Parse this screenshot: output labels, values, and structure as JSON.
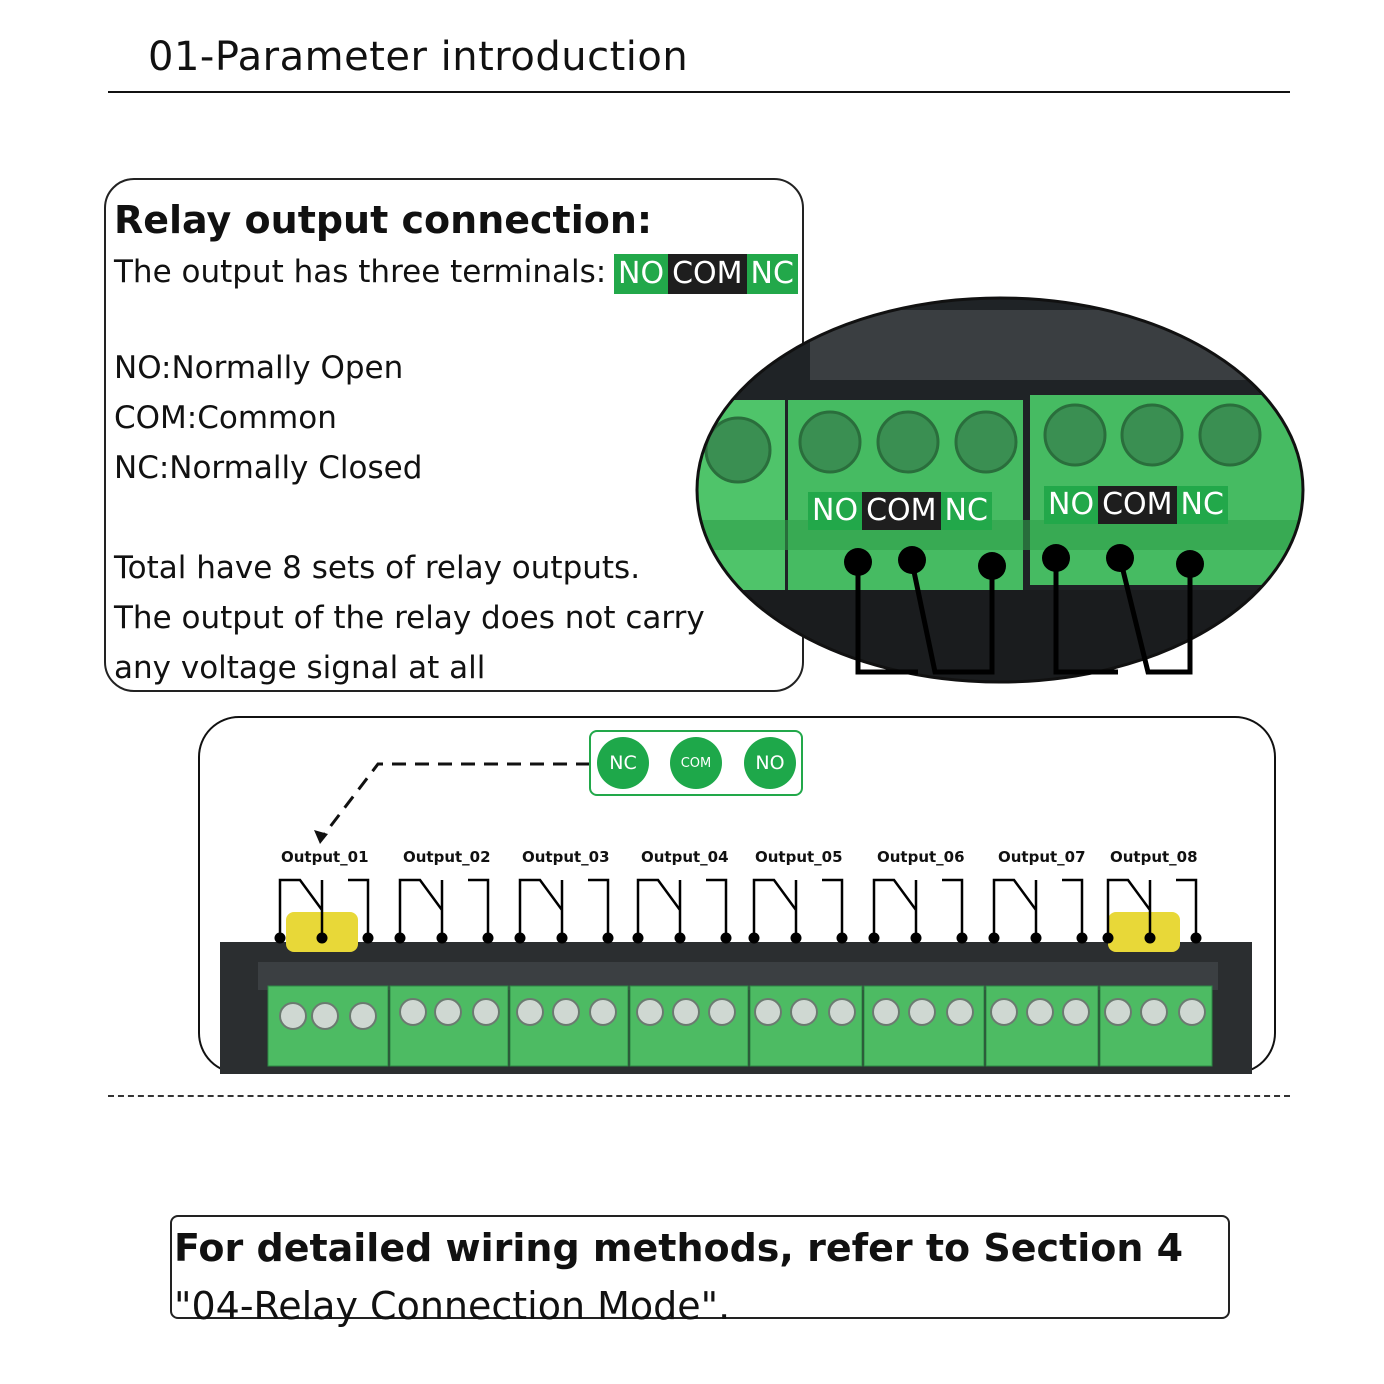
{
  "header": {
    "title": "01-Parameter introduction"
  },
  "info": {
    "heading": "Relay output connection:",
    "terminals_line": "The output has three terminals:",
    "tags": [
      "NO",
      "COM",
      "NC"
    ],
    "definitions": [
      "NO:Normally Open",
      "COM:Common",
      "NC:Normally Closed"
    ],
    "total_line": "Total have 8 sets of relay outputs.",
    "note_line1": "The output of the relay does not carry",
    "note_line2": "any voltage signal at all"
  },
  "closeup": {
    "group_a": [
      "NO",
      "COM",
      "NC"
    ],
    "group_b": [
      "NO",
      "COM",
      "NC"
    ]
  },
  "board": {
    "legend": [
      "NC",
      "COM",
      "NO"
    ],
    "outputs": [
      "Output_01",
      "Output_02",
      "Output_03",
      "Output_04",
      "Output_05",
      "Output_06",
      "Output_07",
      "Output_08"
    ]
  },
  "footer": {
    "line1": "For detailed wiring methods, refer to Section 4",
    "line2": "\"04-Relay Connection Mode\"."
  },
  "colors": {
    "terminal_green": "#22a84a",
    "dark": "#1e1e1e",
    "board": "#2b2e30"
  }
}
